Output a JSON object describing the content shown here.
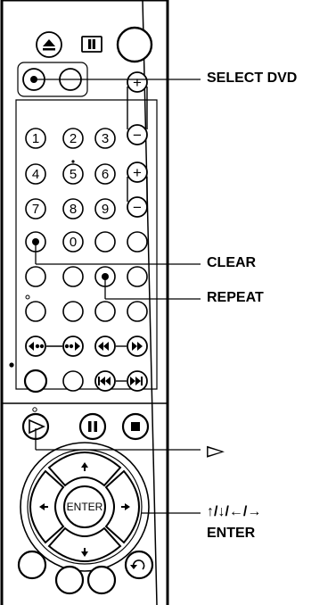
{
  "callouts": {
    "select_dvd": "SELECT DVD",
    "clear": "CLEAR",
    "repeat": "REPEAT",
    "play_symbol": "▻",
    "arrows": "↑/↓/←/→",
    "enter": "ENTER"
  },
  "keypad": {
    "k1": "1",
    "k2": "2",
    "k3": "3",
    "k4": "4",
    "k5": "5",
    "k6": "6",
    "k7": "7",
    "k8": "8",
    "k9": "9",
    "k0": "0"
  },
  "volume": {
    "plus": "+",
    "minus": "−"
  },
  "channel": {
    "plus": "+",
    "minus": "−"
  },
  "dpad": {
    "enter_label": "ENTER"
  },
  "colors": {
    "ink": "#000000",
    "remote_body": "#ffffff",
    "divider": "#000000"
  }
}
